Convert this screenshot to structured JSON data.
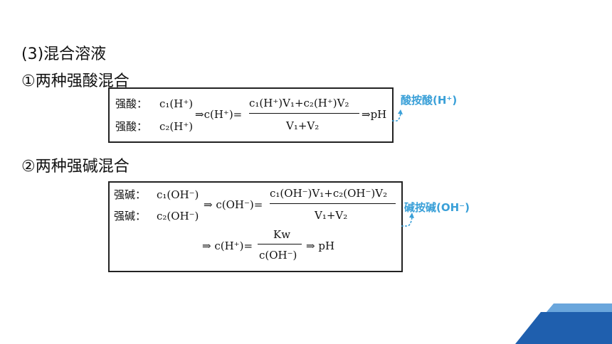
{
  "headings": {
    "section": "(3)混合溶液",
    "item1": "①两种强酸混合",
    "item2": "②两种强碱混合"
  },
  "acid_box": {
    "row1_label": "强酸：",
    "row2_label": "强酸：",
    "row1_var": "c₁(H⁺)",
    "row2_var": "c₂(H⁺)",
    "lhs": "⇒c(H⁺)=",
    "numerator": "c₁(H⁺)V₁+c₂(H⁺)V₂",
    "denominator": "V₁+V₂",
    "result": "⇒pH",
    "note": "酸按酸(H⁺)"
  },
  "base_box": {
    "row1_label": "强碱：",
    "row2_label": "强碱：",
    "row1_var": "c₁(OH⁻)",
    "row2_var": "c₂(OH⁻)",
    "lhs": "⇒ c(OH⁻)=",
    "numerator": "c₁(OH⁻)V₁+c₂(OH⁻)V₂",
    "denominator": "V₁+V₂",
    "lhs2": "⇒ c(H⁺)=",
    "numerator2": "Kw",
    "denominator2": "c(OH⁻)",
    "result": "⇒ pH",
    "note": "碱按碱(OH⁻)"
  },
  "colors": {
    "note": "#3aa0d8",
    "corner_dark": "#1f5fae",
    "corner_light": "#6aa6dc"
  }
}
